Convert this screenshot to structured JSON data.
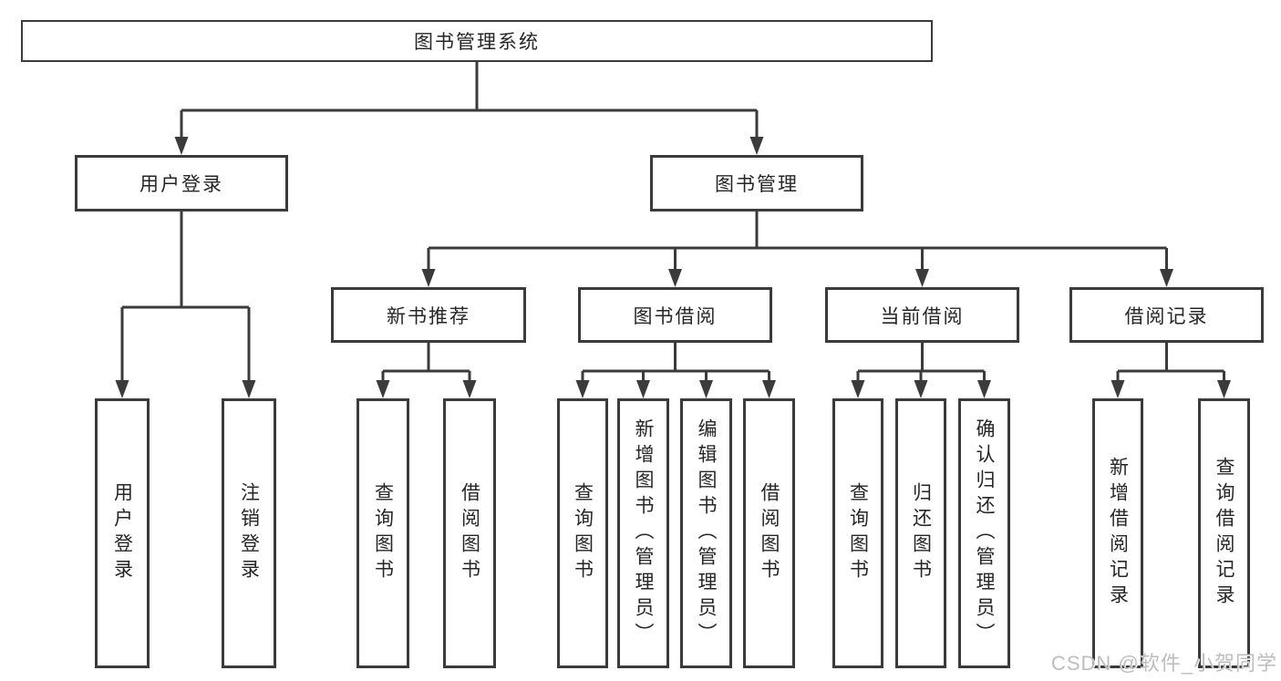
{
  "diagram": {
    "root": "图书管理系统",
    "branches": {
      "user_login": {
        "label": "用户登录",
        "children": [
          "用户登录",
          "注销登录"
        ]
      },
      "book_mgmt": {
        "label": "图书管理"
      }
    },
    "modules": [
      {
        "label": "新书推荐",
        "children": [
          "查询图书",
          "借阅图书"
        ]
      },
      {
        "label": "图书借阅",
        "children": [
          "查询图书",
          "新增图书（管理员）",
          "编辑图书（管理员）",
          "借阅图书"
        ]
      },
      {
        "label": "当前借阅",
        "children": [
          "查询图书",
          "归还图书",
          "确认归还（管理员）"
        ]
      },
      {
        "label": "借阅记录",
        "children": [
          "新增借阅记录",
          "查询借阅记录"
        ]
      }
    ]
  },
  "watermark": "CSDN @软件_小贺同学",
  "colors": {
    "line": "#3b3b3b",
    "text": "#262626",
    "watermark_text": "#bdbdbd",
    "background": "#ffffff"
  }
}
